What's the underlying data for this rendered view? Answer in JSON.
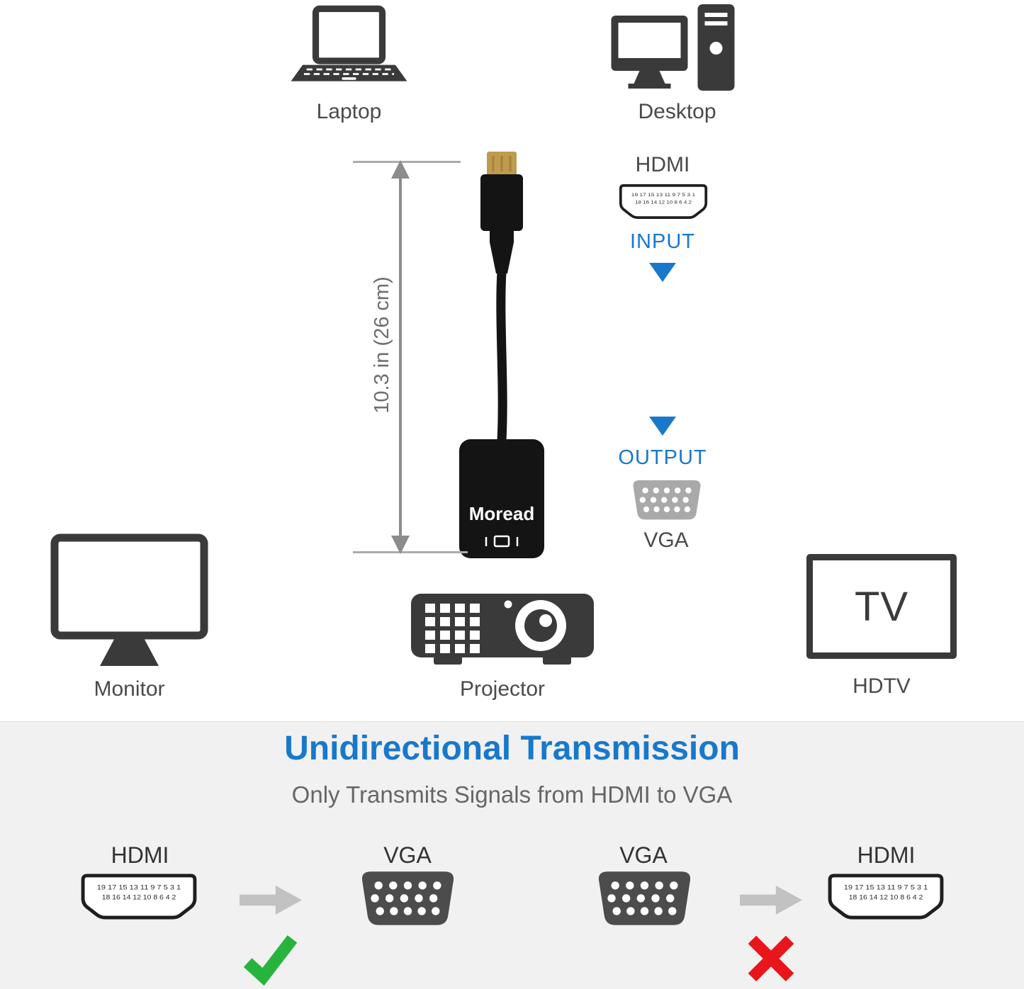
{
  "top_devices": {
    "laptop_label": "Laptop",
    "desktop_label": "Desktop"
  },
  "signal_flow": {
    "hdmi_label": "HDMI",
    "input_label": "INPUT",
    "output_label": "OUTPUT",
    "vga_label": "VGA"
  },
  "adapter": {
    "brand": "Moread",
    "length_label": "10.3 in  (26 cm)"
  },
  "hdmi_pins": {
    "top_row": "19 17 15 13 11 9 7 5 3 1",
    "bottom_row": "18 16 14 12 10 8 6 4 2"
  },
  "bottom_devices": {
    "monitor_label": "Monitor",
    "projector_label": "Projector",
    "tv_text": "TV",
    "hdtv_label": "HDTV"
  },
  "banner": {
    "title": "Unidirectional Transmission",
    "subtitle": "Only Transmits Signals from HDMI to VGA"
  },
  "comparison": {
    "left": {
      "source_label": "HDMI",
      "target_label": "VGA",
      "result": "supported"
    },
    "right": {
      "source_label": "VGA",
      "target_label": "HDMI",
      "result": "not-supported"
    }
  },
  "colors": {
    "accent_blue": "#1878cc",
    "device_dark": "#3a3a3a",
    "label_gray": "#4a4a4a",
    "banner_bg": "#f1f1f1",
    "check_green": "#27b43e",
    "cross_red": "#e8151b",
    "vga_light": "#a9a9a9",
    "vga_dark": "#4c4c4c",
    "hdmi_gold": "#bf9b4e"
  }
}
